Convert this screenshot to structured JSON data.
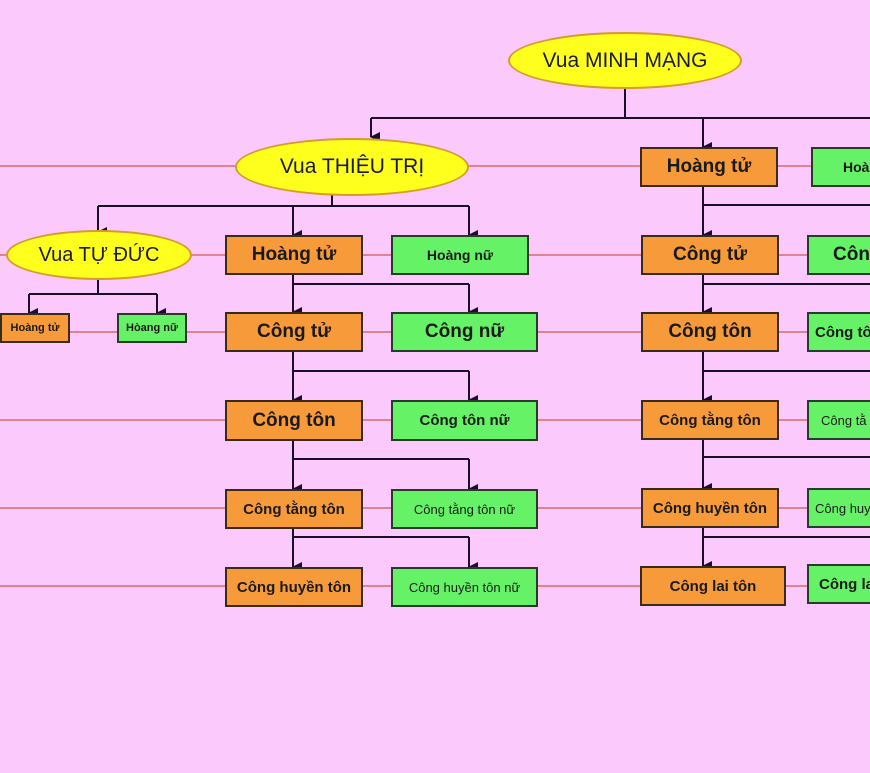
{
  "title": "Vua MINH MẠNG",
  "colors": {
    "background": "#fcc9fc",
    "king_fill": "#ffff1e",
    "male_fill": "#f79a3a",
    "female_fill": "#66f266",
    "tree_line": "#1a0f2a",
    "generation_line": "#d86a6a"
  },
  "nodes": {
    "minh_mang": "Vua MINH MẠNG",
    "thieu_tri": "Vua THIỆU TRỊ",
    "tu_duc": "Vua TỰ ĐỨC",
    "tu_duc_son": "Hoàng tử",
    "tu_duc_daughter": "Hòang nữ",
    "tt_hoang_tu": "Hoàng tử",
    "tt_hoang_nu": "Hoàng nữ",
    "tt_cong_tu": "Công tử",
    "tt_cong_nu": "Công nữ",
    "tt_cong_ton": "Công tôn",
    "tt_cong_ton_nu": "Công tôn nữ",
    "tt_cong_tang_ton": "Công tằng tôn",
    "tt_cong_tang_ton_nu": "Công tằng tôn nữ",
    "tt_cong_huyen_ton": "Công huyền tôn",
    "tt_cong_huyen_ton_nu": "Công huyền tôn nữ",
    "mm_hoang_tu": "Hoàng tử",
    "mm_hoang_nu": "Hoà",
    "mm_cong_tu": "Công tử",
    "mm_cong_nu": "Côn",
    "mm_cong_ton": "Công tôn",
    "mm_cong_ton_nu": "Công tô",
    "mm_cong_tang_ton": "Công tằng tôn",
    "mm_cong_tang_ton_nu": "Công tằ",
    "mm_cong_huyen_ton": "Công huyền tôn",
    "mm_cong_huyen_ton_nu": "Công huy",
    "mm_cong_lai_ton": "Công lai tôn",
    "mm_cong_lai_ton_nu": "Công la"
  }
}
